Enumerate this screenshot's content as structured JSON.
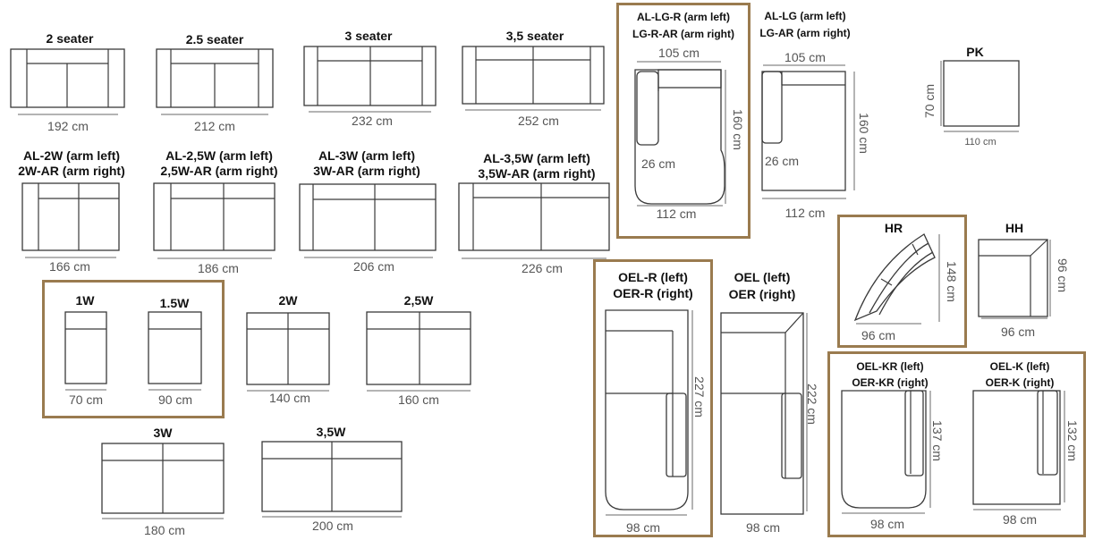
{
  "accent_color": "#9a7b4f",
  "items": {
    "s2": {
      "name": "2 seater",
      "width": "192 cm"
    },
    "s25": {
      "name": "2.5 seater",
      "width": "212 cm"
    },
    "s3": {
      "name": "3 seater",
      "width": "232 cm"
    },
    "s35": {
      "name": "3,5 seater",
      "width": "252 cm"
    },
    "al2w": {
      "name1": "AL-2W (arm left)",
      "name2": "2W-AR (arm right)",
      "width": "166 cm"
    },
    "al25w": {
      "name1": "AL-2,5W (arm left)",
      "name2": "2,5W-AR (arm right)",
      "width": "186 cm"
    },
    "al3w": {
      "name1": "AL-3W (arm left)",
      "name2": "3W-AR (arm right)",
      "width": "206 cm"
    },
    "al35w": {
      "name1": "AL-3,5W (arm left)",
      "name2": "3,5W-AR (arm right)",
      "width": "226 cm"
    },
    "w1": {
      "name": "1W",
      "width": "70 cm"
    },
    "w15": {
      "name": "1.5W",
      "width": "90 cm"
    },
    "w2": {
      "name": "2W",
      "width": "140 cm"
    },
    "w25": {
      "name": "2,5W",
      "width": "160 cm"
    },
    "w3": {
      "name": "3W",
      "width": "180 cm"
    },
    "w35": {
      "name": "3,5W",
      "width": "200 cm"
    },
    "allgr": {
      "name1": "AL-LG-R (arm left)",
      "name2": "LG-R-AR (arm right)",
      "top": "105 cm",
      "height": "160 cm",
      "arm": "26 cm",
      "bottom": "112 cm"
    },
    "allg": {
      "name1": "AL-LG (arm left)",
      "name2": "LG-AR (arm right)",
      "top": "105 cm",
      "height": "160 cm",
      "arm": "26 cm",
      "bottom": "112 cm"
    },
    "pk": {
      "name": "PK",
      "height": "70 cm",
      "width": "110 cm"
    },
    "hr": {
      "name": "HR",
      "height": "148 cm",
      "width": "96 cm"
    },
    "hh": {
      "name": "HH",
      "height": "96 cm",
      "width": "96 cm"
    },
    "oelr": {
      "name1": "OEL-R (left)",
      "name2": "OER-R (right)",
      "height": "227 cm",
      "width": "98 cm"
    },
    "oel": {
      "name1": "OEL (left)",
      "name2": "OER (right)",
      "height": "222 cm",
      "width": "98 cm"
    },
    "oelkr": {
      "name1": "OEL-KR (left)",
      "name2": "OER-KR (right)",
      "height": "137 cm",
      "width": "98 cm"
    },
    "oelk": {
      "name1": "OEL-K (left)",
      "name2": "OER-K (right)",
      "height": "132 cm",
      "width": "98 cm"
    }
  }
}
